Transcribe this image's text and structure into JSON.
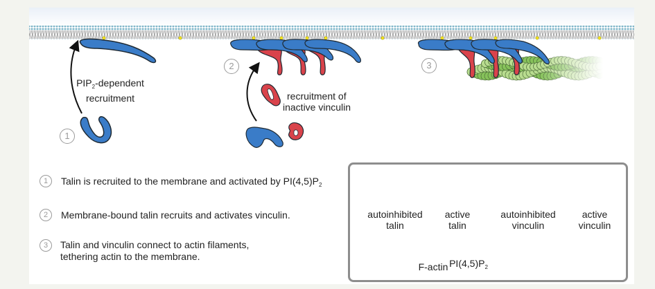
{
  "figure": {
    "colors": {
      "talin": "#3a7cc8",
      "vinculin": "#d9434b",
      "actin_dark": "#7dbb4f",
      "actin_light": "#b8dc8f",
      "pip2": "#f3e21a",
      "outline": "#1f2a33",
      "membrane": "#9a9a9a",
      "membrane_headgroup": "#7fb6c9",
      "number_circle": "#9a9a9a",
      "legend_border": "#8d8d8d"
    },
    "stages": [
      {
        "number": "1",
        "annotation_main": "PIP",
        "annotation_sub": "2",
        "annotation_rest": "-dependent",
        "annotation_line2": "recruitment"
      },
      {
        "number": "2",
        "annotation_line1": "recruitment of",
        "annotation_line2": "inactive vinculin"
      },
      {
        "number": "3"
      }
    ],
    "steps": [
      {
        "number": "1",
        "text": "Talin is recruited to the membrane and activated by PI(4,5)P",
        "sub": "2"
      },
      {
        "number": "2",
        "text": "Membrane-bound talin recruits and activates vinculin."
      },
      {
        "number": "3",
        "line1": "Talin and vinculin connect to actin filaments,",
        "line2": "tethering actin to the membrane."
      }
    ],
    "legend": {
      "items": [
        {
          "icon": "autoinhibited-talin-icon",
          "line1": "autoinhibited",
          "line2": "talin"
        },
        {
          "icon": "active-talin-icon",
          "line1": "active",
          "line2": "talin"
        },
        {
          "icon": "autoinhibited-vinculin-icon",
          "line1": "autoinhibited",
          "line2": "vinculin"
        },
        {
          "icon": "active-vinculin-icon",
          "line1": "active",
          "line2": "vinculin"
        },
        {
          "icon": "f-actin-icon",
          "line1": "F-actin"
        },
        {
          "icon": "pip2-lipid-icon",
          "line1": "PI(4,5)P",
          "sub": "2"
        }
      ]
    }
  }
}
